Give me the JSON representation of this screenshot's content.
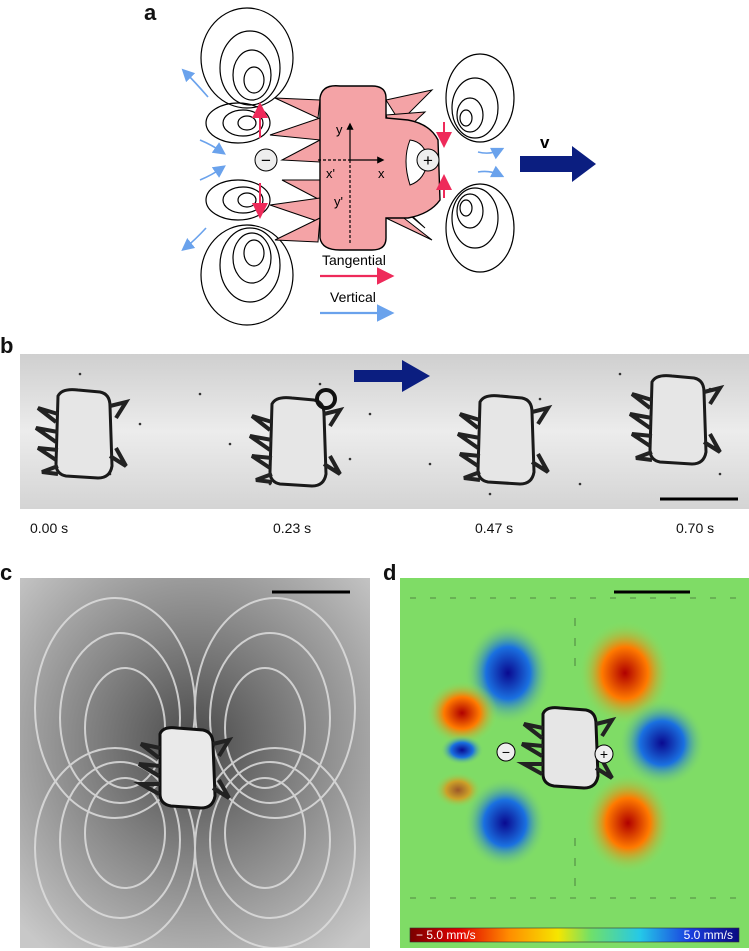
{
  "panels": {
    "a": {
      "letter": "a",
      "axis_y": "y",
      "axis_x": "x",
      "axis_x_prime": "x'",
      "axis_y_prime": "y'",
      "minus_sign": "−",
      "plus_sign": "+",
      "velocity_label": "v",
      "legend_tangential": "Tangential",
      "legend_vertical": "Vertical",
      "colors": {
        "body_fill": "#f4a3a6",
        "tangential_arrow": "#ee2a5a",
        "vertical_arrow": "#6aa2ec",
        "velocity_arrow": "#0b1e80"
      }
    },
    "b": {
      "letter": "b",
      "timestamps": [
        "0.00 s",
        "0.23 s",
        "0.47 s",
        "0.70 s"
      ],
      "colors": {
        "direction_arrow": "#0b1e80"
      }
    },
    "c": {
      "letter": "c"
    },
    "d": {
      "letter": "d",
      "minus_sign": "−",
      "plus_sign": "+",
      "colorbar_min_label": "− 5.0 mm/s",
      "colorbar_max_label": "5.0 mm/s",
      "colors": {
        "colormap": [
          "#7a0000",
          "#e00000",
          "#ff8c00",
          "#f5e600",
          "#6fe06a",
          "#25c8e8",
          "#1a3fe0",
          "#0a0a80"
        ]
      }
    }
  }
}
